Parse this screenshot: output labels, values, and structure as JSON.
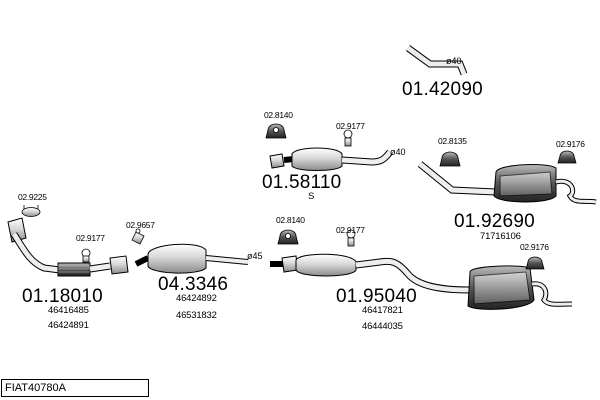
{
  "diagram_id": "FIAT40780A",
  "groups": [
    {
      "key": "downpipe",
      "main": "01.18010",
      "refs": [
        "46416485",
        "46424891"
      ],
      "parts": [
        "02.9225",
        "02.9177",
        "02.9657"
      ]
    },
    {
      "key": "catalyst",
      "main": "04.3346",
      "refs": [
        "46424892",
        "46531832"
      ],
      "parts": []
    },
    {
      "key": "centre",
      "main": "01.95040",
      "refs": [
        "46417821",
        "46444035"
      ],
      "parts": [
        "02.8140",
        "02.9177"
      ],
      "pipe_dim": "ø45"
    },
    {
      "key": "middle_alt",
      "main": "01.58110",
      "refs": [
        "S"
      ],
      "parts": [
        "02.8140",
        "02.9177"
      ],
      "pipe_dim": "ø40"
    },
    {
      "key": "tailpipe",
      "main": "01.42090",
      "refs": [],
      "parts": [],
      "pipe_dim": "ø40"
    },
    {
      "key": "rear_box",
      "main": "01.92690",
      "refs": [
        "71716106"
      ],
      "parts": [
        "02.8135",
        "02.9176",
        "02.9176"
      ]
    }
  ]
}
